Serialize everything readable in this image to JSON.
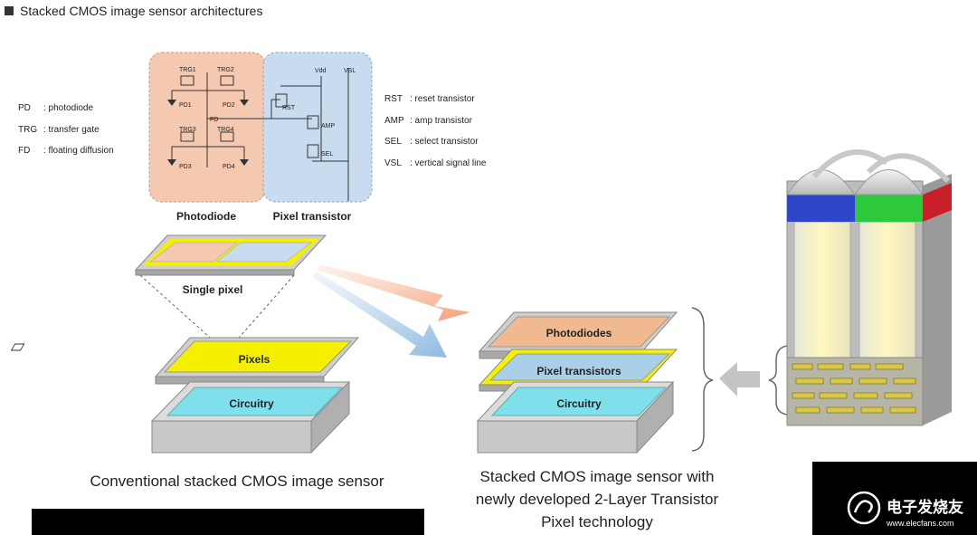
{
  "title": "Stacked CMOS image sensor architectures",
  "legend_left": [
    {
      "abbr": "PD",
      "desc": ": photodiode"
    },
    {
      "abbr": "TRG",
      "desc": ": transfer gate"
    },
    {
      "abbr": "FD",
      "desc": ": floating diffusion"
    }
  ],
  "legend_right": [
    {
      "abbr": "RST",
      "desc": ": reset transistor"
    },
    {
      "abbr": "AMP",
      "desc": ": amp transistor"
    },
    {
      "abbr": "SEL",
      "desc": ": select transistor"
    },
    {
      "abbr": "VSL",
      "desc": ": vertical signal line"
    }
  ],
  "circuit": {
    "trg1": "TRG1",
    "trg2": "TRG2",
    "trg3": "TRG3",
    "trg4": "TRG4",
    "pd1": "PD1",
    "pd2": "PD2",
    "pd3": "PD3",
    "pd4": "PD4",
    "fd": "FD",
    "vdd": "Vdd",
    "vsl": "VSL",
    "rst": "RST",
    "amp": "AMP",
    "sel": "SEL"
  },
  "region_labels": {
    "photodiode": "Photodiode",
    "pixel_transistor": "Pixel transistor"
  },
  "single_pixel": "Single pixel",
  "conventional": {
    "pixels": "Pixels",
    "circuitry": "Circuitry",
    "caption": "Conventional stacked CMOS image sensor"
  },
  "new_sensor": {
    "photodiodes": "Photodiodes",
    "pixel_transistors": "Pixel transistors",
    "circuitry": "Circuitry",
    "caption_lines": [
      "Stacked CMOS image sensor with",
      "newly developed 2-Layer Transistor",
      "Pixel technology"
    ]
  },
  "watermark": {
    "cn": "电子发烧友",
    "url": "www.elecfans.com"
  },
  "colors": {
    "photodiode_bg": "#f4c9b0",
    "transistor_bg": "#c9dcef",
    "pixel_yellow": "#f5f000",
    "circuit_cyan": "#7fe0ec",
    "photodiode_layer": "#f0b990",
    "transistor_layer": "#a9d0e8"
  }
}
